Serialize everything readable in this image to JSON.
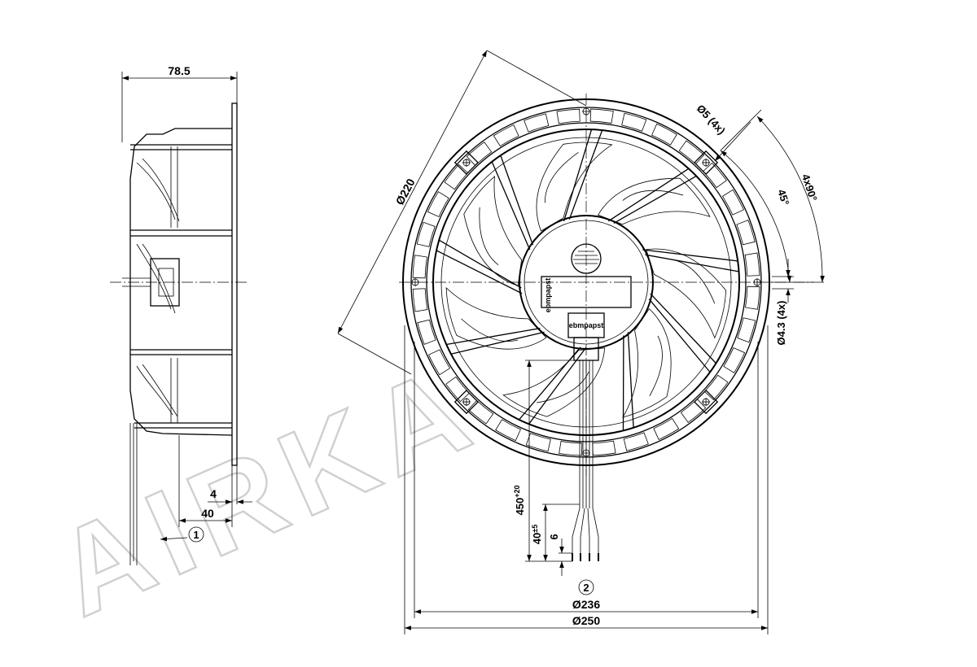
{
  "watermark": "AIRKA",
  "brand_label": "ebmpapst",
  "dimensions": {
    "depth_overall": "78.5",
    "flange_thickness": "4",
    "side_offset": "40",
    "bolt_circle_diameter": "Ø220",
    "mount_hole_top": "Ø5 (4x)",
    "mount_hole_side": "Ø4.3 (4x)",
    "angle_spacing": "4x90°",
    "angle_offset": "45°",
    "cable_length": "450",
    "cable_length_tol": "+20",
    "strip_length": "40",
    "strip_length_tol": "±5",
    "wire_end": "6",
    "inner_diameter": "Ø236",
    "outer_diameter": "Ø250"
  },
  "callouts": {
    "view_marker": "1",
    "cable_marker": "2"
  }
}
